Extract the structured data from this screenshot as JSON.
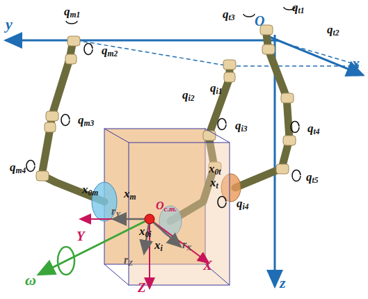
{
  "diagram": {
    "labels": [
      "y",
      "x",
      "z",
      "O",
      "qt1",
      "qt2",
      "qt3",
      "qt4",
      "qt5",
      "qm1",
      "qm2",
      "qm3",
      "qm4",
      "qi1",
      "qi2",
      "qi3",
      "qi4",
      "x0m",
      "xm",
      "x0i",
      "xi",
      "x0t",
      "xt",
      "Oc.m.",
      "Y",
      "rY",
      "rZ",
      "Z",
      "rX",
      "X",
      "ω"
    ]
  }
}
